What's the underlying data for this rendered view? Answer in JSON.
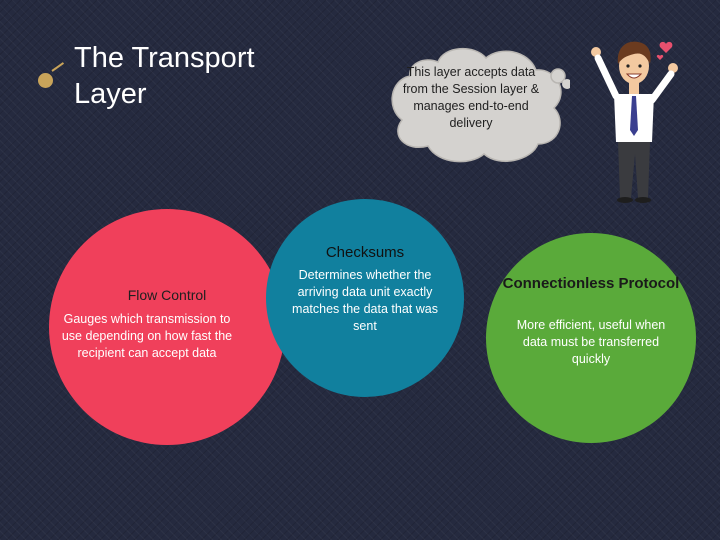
{
  "slide": {
    "title": "The Transport\nLayer",
    "callout": "This layer accepts data from the Session layer & manages end-to-end delivery"
  },
  "topics": {
    "flow_control": {
      "heading": "Flow Control",
      "body": "Gauges which transmission to use depending on how fast the recipient can accept data",
      "color": "#f0405b"
    },
    "checksums": {
      "heading": "Checksums",
      "body": "Determines whether the arriving data unit exactly matches the data that was sent",
      "color": "#11809e"
    },
    "connectionless": {
      "heading": "Connectionless Protocol",
      "body": "More efficient, useful when data must be transferred quickly",
      "color": "#5aaa3a"
    }
  },
  "icons": {
    "bullet": "bullet-icon",
    "businessman": "businessman-illustration",
    "hearts": "heart-icon"
  },
  "colors": {
    "background": "#252a3f",
    "bullet": "#c9a45a",
    "bubble": "#d4d2cf"
  }
}
